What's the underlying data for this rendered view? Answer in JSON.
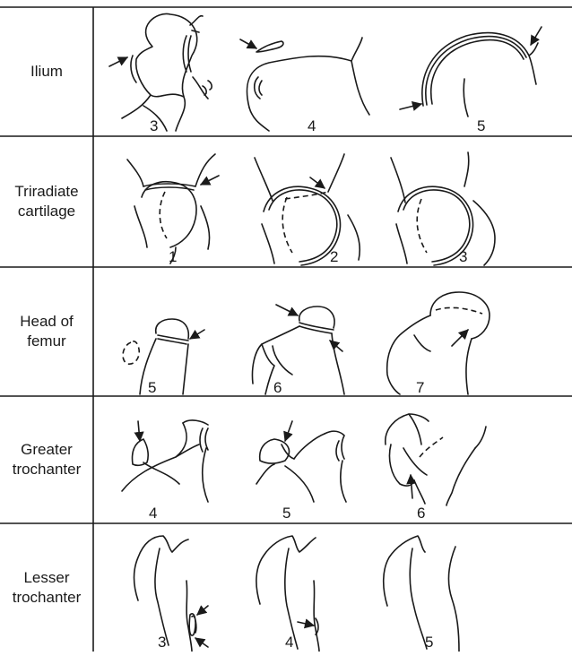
{
  "rows": [
    {
      "label": "Ilium",
      "stages": [
        "3",
        "4",
        "5"
      ]
    },
    {
      "label": "Triradiate\ncartilage",
      "stages": [
        "1",
        "2",
        "3"
      ]
    },
    {
      "label": "Head of\nfemur",
      "stages": [
        "5",
        "6",
        "7"
      ]
    },
    {
      "label": "Greater\ntrochanter",
      "stages": [
        "4",
        "5",
        "6"
      ]
    },
    {
      "label": "Lesser\ntrochanter",
      "stages": [
        "3",
        "4",
        "5"
      ]
    }
  ]
}
